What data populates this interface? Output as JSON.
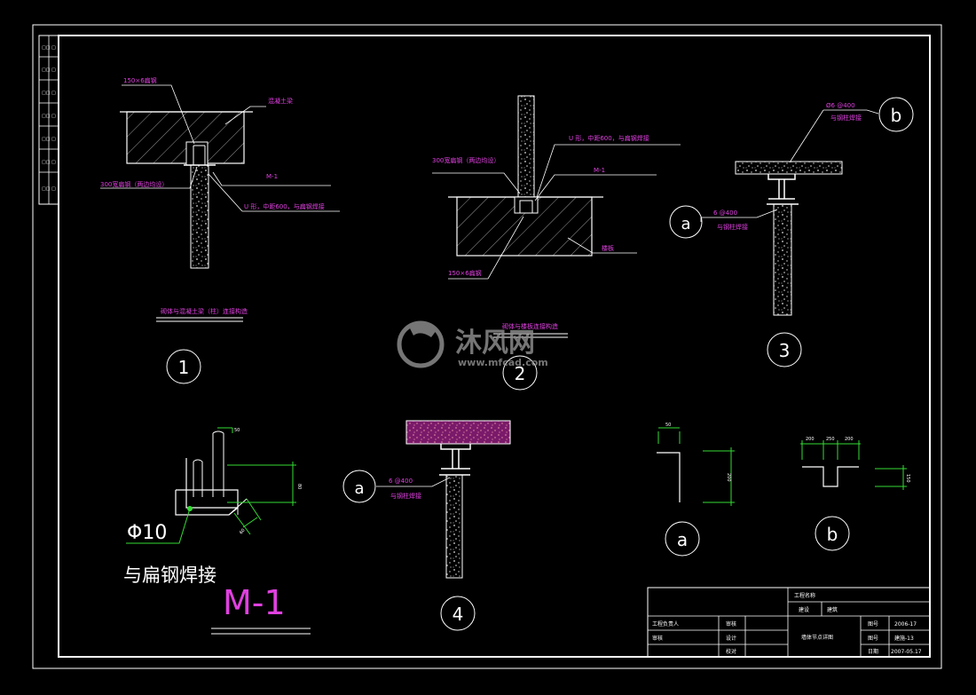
{
  "watermark": {
    "brand_cn": "沐风网",
    "url": "www.mfcad.com"
  },
  "details": {
    "d1": {
      "labels": [
        "150×6扁钢",
        "混凝土梁",
        "M-1",
        "300宽扁钢（两边均设）",
        "U 形，中距600，与扁钢焊接"
      ],
      "caption": "砌体与混凝土梁（柱）连接构造",
      "number": "1"
    },
    "d2": {
      "labels": [
        "U 形，中距600，与扁钢焊接",
        "300宽扁钢（两边均设）",
        "M-1",
        "楼板",
        "150×6扁钢"
      ],
      "caption": "砌体与楼板连接构造",
      "number": "2"
    },
    "d3": {
      "top_label": "Ø6 @400",
      "top_sub": "与钢柱焊接",
      "mid_label": "6 @400",
      "mid_sub": "与钢柱焊接",
      "tag_a": "a",
      "tag_b": "b",
      "number": "3"
    },
    "d4": {
      "tag_a": "a",
      "label": "6 @400",
      "sub": "与钢柱焊接",
      "number": "4"
    },
    "m1": {
      "bar": "Φ10",
      "note": "与扁钢焊接",
      "title": "M-1",
      "dims": [
        "50",
        "80",
        "60"
      ]
    },
    "part_a": {
      "name": "a",
      "dims": [
        "50",
        "200"
      ]
    },
    "part_b": {
      "name": "b",
      "dims": [
        "200",
        "250",
        "200",
        "150"
      ]
    }
  },
  "title_block": {
    "project_label": "工程名称",
    "build_label": "建设",
    "build_value": "建筑",
    "principal_label": "工程负责人",
    "check_label": "审核",
    "check2_label": "审核",
    "design_label": "设计",
    "proof_label": "校对",
    "drawing_name": "墙体节点详图",
    "fields": [
      {
        "key": "图号",
        "value": "2006-17"
      },
      {
        "key": "图号",
        "value": "建施-13"
      },
      {
        "key": "日期",
        "value": "2007-05.17"
      }
    ]
  },
  "colors": {
    "background": "#000000",
    "frame": "#ffffff",
    "annotation": "#e040e0",
    "dimension": "#33dd33",
    "hatch_fill": "#7a1a6a"
  }
}
